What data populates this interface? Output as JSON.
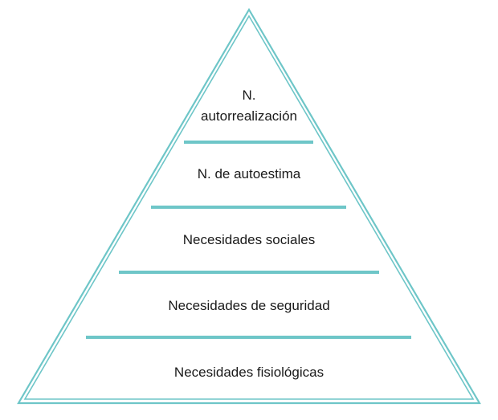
{
  "diagram": {
    "title": "",
    "accent_color": "#6ec6c8",
    "levels": [
      {
        "label_line1": "N.",
        "label_line2": "autorrealización"
      },
      {
        "label": "N. de autoestima"
      },
      {
        "label": "Necesidades sociales"
      },
      {
        "label": "Necesidades de seguridad"
      },
      {
        "label": "Necesidades fisiológicas"
      }
    ]
  }
}
